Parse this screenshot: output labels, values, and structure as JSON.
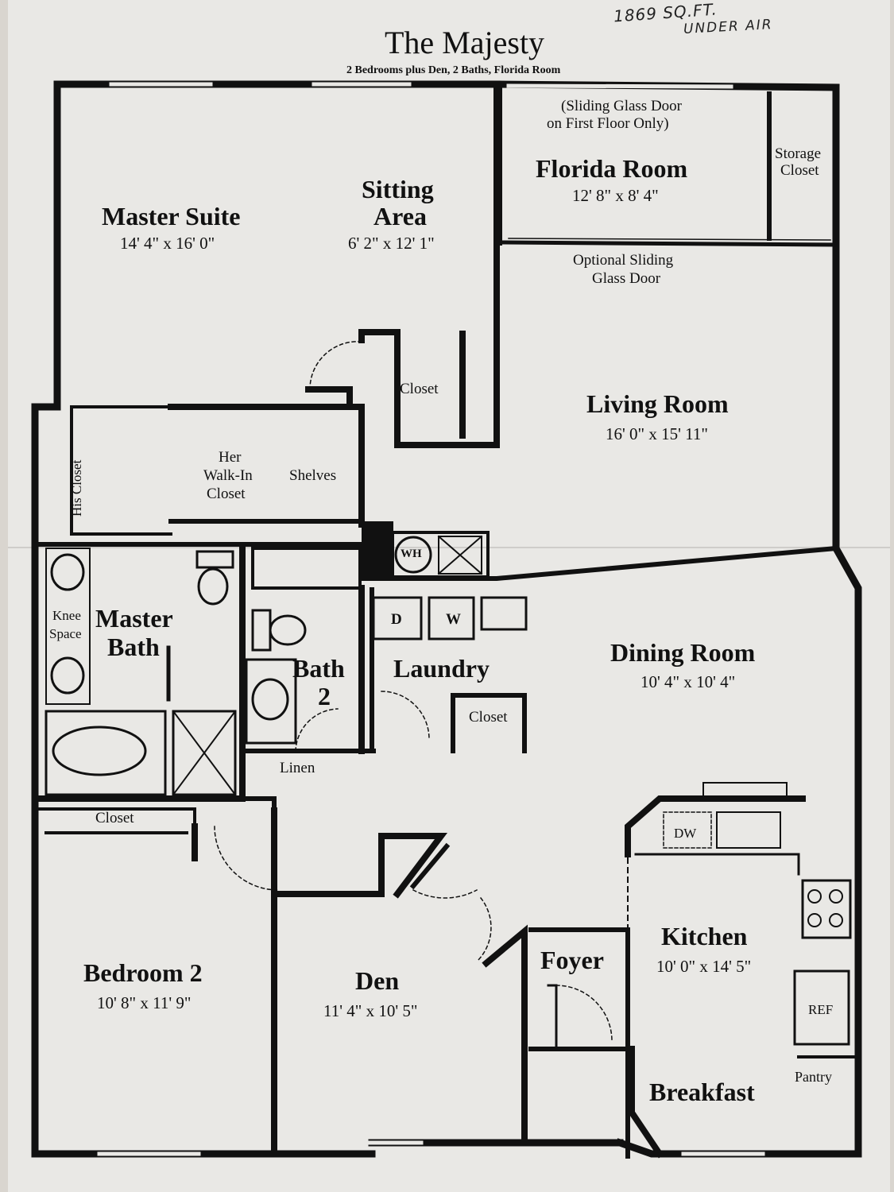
{
  "handwritten": {
    "line1": "1869 SQ.FT.",
    "line2": "UNDER AIR"
  },
  "header": {
    "title": "The Majesty",
    "subtitle": "2 Bedrooms plus Den, 2 Baths, Florida Room"
  },
  "rooms": {
    "master_suite": {
      "name": "Master Suite",
      "size": "14' 4\" x 16' 0\""
    },
    "sitting_area": {
      "name_line1": "Sitting",
      "name_line2": "Area",
      "size": "6' 2\" x 12' 1\""
    },
    "florida_room": {
      "name": "Florida Room",
      "size": "12' 8\" x 8' 4\"",
      "note_line1": "(Sliding Glass Door",
      "note_line2": "on First Floor Only)"
    },
    "storage_closet": {
      "line1": "Storage",
      "line2": "Closet"
    },
    "optional_door": {
      "line1": "Optional Sliding",
      "line2": "Glass Door"
    },
    "living_room": {
      "name": "Living Room",
      "size": "16' 0\" x 15' 11\""
    },
    "closet_center": "Closet",
    "her_closet": {
      "line1": "Her",
      "line2": "Walk-In",
      "line3": "Closet"
    },
    "shelves": "Shelves",
    "his_closet": "His Closet",
    "wh": "WH",
    "knee_space": {
      "line1": "Knee",
      "line2": "Space"
    },
    "master_bath": {
      "line1": "Master",
      "line2": "Bath"
    },
    "bath2": {
      "line1": "Bath",
      "line2": "2"
    },
    "laundry": {
      "name": "Laundry",
      "dryer": "D",
      "washer": "W",
      "closet": "Closet"
    },
    "dining_room": {
      "name": "Dining Room",
      "size": "10' 4\" x 10' 4\""
    },
    "linen": "Linen",
    "closet_bedroom": "Closet",
    "dw": "DW",
    "kitchen": {
      "name": "Kitchen",
      "size": "10' 0\" x 14' 5\"",
      "ref": "REF",
      "pantry": "Pantry"
    },
    "bedroom2": {
      "name": "Bedroom 2",
      "size": "10' 8\" x 11' 9\""
    },
    "den": {
      "name": "Den",
      "size": "11' 4\" x 10' 5\""
    },
    "foyer": "Foyer",
    "breakfast": "Breakfast"
  }
}
